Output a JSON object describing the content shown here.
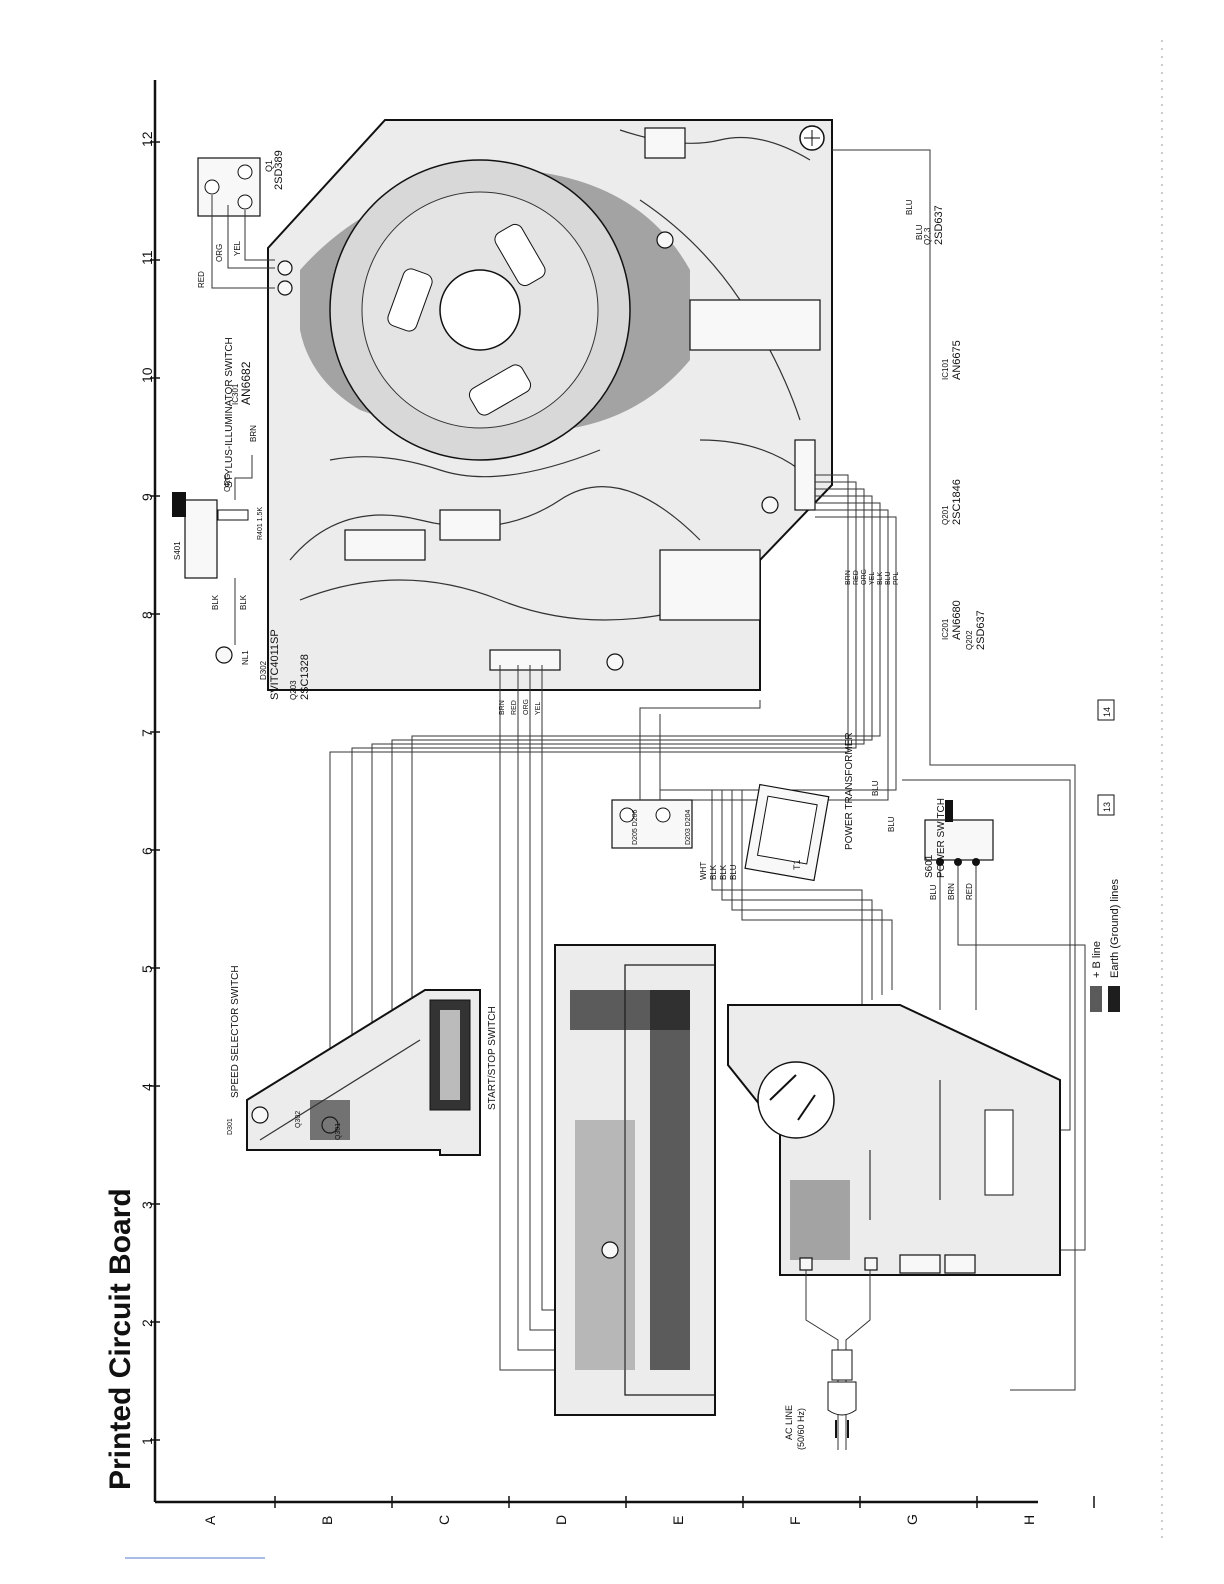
{
  "title": "Printed Circuit Board",
  "legend": {
    "b_line": "+ B line",
    "ground": "Earth (Ground) lines"
  },
  "grid": {
    "columns": [
      "1",
      "2",
      "3",
      "4",
      "5",
      "6",
      "7",
      "8",
      "9",
      "10",
      "11",
      "12"
    ],
    "rows": [
      "A",
      "B",
      "C",
      "D",
      "E",
      "F",
      "G",
      "H"
    ]
  },
  "sections": {
    "speed_selector": "SPEED SELECTOR SWITCH",
    "start_stop": "START/STOP SWITCH",
    "stylus_illuminator": "STYLUS-ILLUMINATOR SWITCH",
    "power_transformer": "POWER TRANSFORMER",
    "power_switch": "POWER SWITCH",
    "ac_line": "AC LINE",
    "ac_freq": "(50/60 Hz)"
  },
  "components": {
    "s401": "S401",
    "r401": "R401 1.5K",
    "nl1": "NL1",
    "ic301_ref": "IC301",
    "ic301": "AN6682",
    "ic101_ref": "IC101",
    "ic101": "AN6675",
    "ic201_ref": "IC201",
    "ic201": "AN6680",
    "q1_ref": "Q1",
    "q1": "2SD389",
    "q3_ref": "Q2,3",
    "q3": "2SD637",
    "q201_ref": "Q201",
    "q201": "2SC1846",
    "q202_ref": "Q202",
    "q202": "2SD637",
    "q203_ref": "Q203",
    "q203": "2SC1328",
    "d302_ref": "D302",
    "d302": "SVITC4011SP",
    "s601": "S601",
    "t1": "T1",
    "d205": "D205 D206",
    "d203": "D203 D204",
    "d301": "D301",
    "d302b": "D302",
    "q301": "Q301",
    "q302": "Q302"
  },
  "wire_colors": {
    "q1": [
      "RED",
      "ORG",
      "YEL"
    ],
    "stylus": [
      "BLK",
      "BLK",
      "ORG",
      "BRN"
    ],
    "ic201": [
      "BRN",
      "RED",
      "ORG",
      "YEL",
      "BLK",
      "BLU",
      "PPL"
    ],
    "q203": [
      "BRN",
      "RED",
      "ORG",
      "YEL"
    ],
    "transformer": [
      "WHT",
      "BLK",
      "BLK",
      "BLU"
    ],
    "power_switch": [
      "BLU",
      "BRN",
      "RED"
    ],
    "right": [
      "BLU",
      "BLU"
    ],
    "transformer_top": "BLU",
    "ps_top": "BLU"
  },
  "page_markers": [
    "13",
    "14"
  ]
}
